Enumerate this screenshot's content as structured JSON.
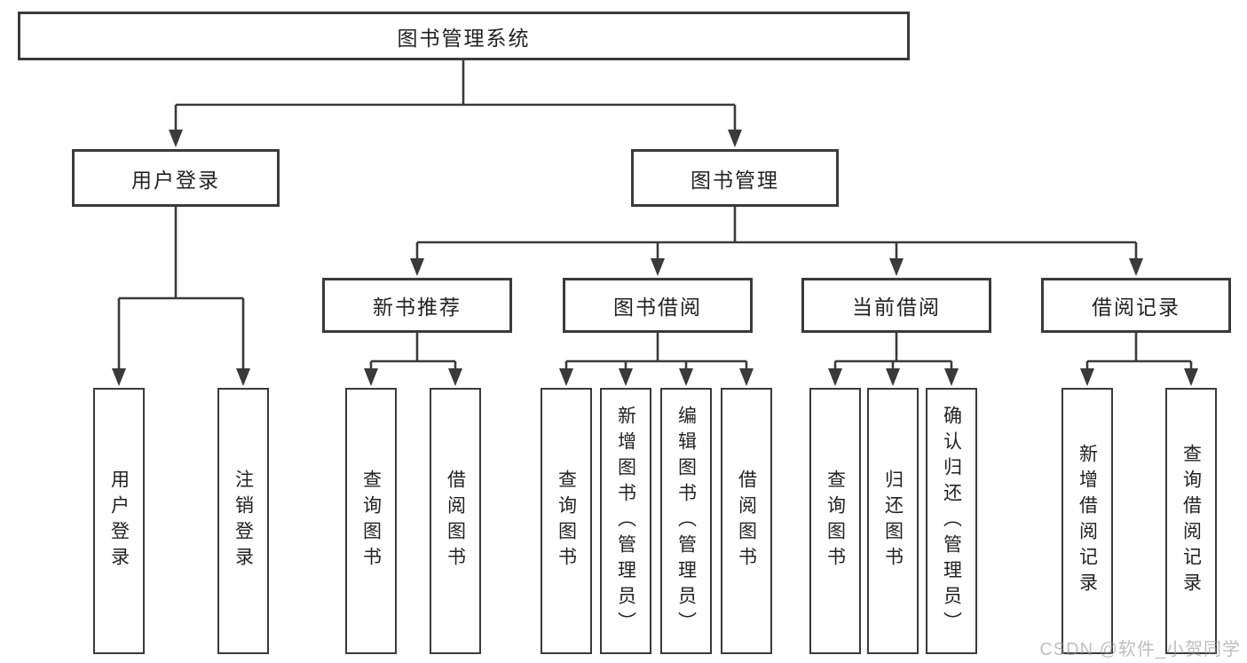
{
  "diagram": {
    "root": {
      "label": "图书管理系统"
    },
    "branches": [
      {
        "label": "用户登录",
        "children": [
          {
            "label": "用户登录"
          },
          {
            "label": "注销登录"
          }
        ]
      },
      {
        "label": "图书管理",
        "sections": [
          {
            "label": "新书推荐",
            "children": [
              {
                "label": "查询图书"
              },
              {
                "label": "借阅图书"
              }
            ]
          },
          {
            "label": "图书借阅",
            "children": [
              {
                "label": "查询图书"
              },
              {
                "label": "新增图书（管理员）"
              },
              {
                "label": "编辑图书（管理员）"
              },
              {
                "label": "借阅图书"
              }
            ]
          },
          {
            "label": "当前借阅",
            "children": [
              {
                "label": "查询图书"
              },
              {
                "label": "归还图书"
              },
              {
                "label": "确认归还（管理员）"
              }
            ]
          },
          {
            "label": "借阅记录",
            "children": [
              {
                "label": "新增借阅记录"
              },
              {
                "label": "查询借阅记录"
              }
            ]
          }
        ]
      }
    ]
  },
  "watermark": {
    "text": "CSDN @软件_小贺同学"
  },
  "colors": {
    "line": "#3a3a3a",
    "text": "#222222",
    "background": "#ffffff",
    "watermark": "#969696"
  }
}
